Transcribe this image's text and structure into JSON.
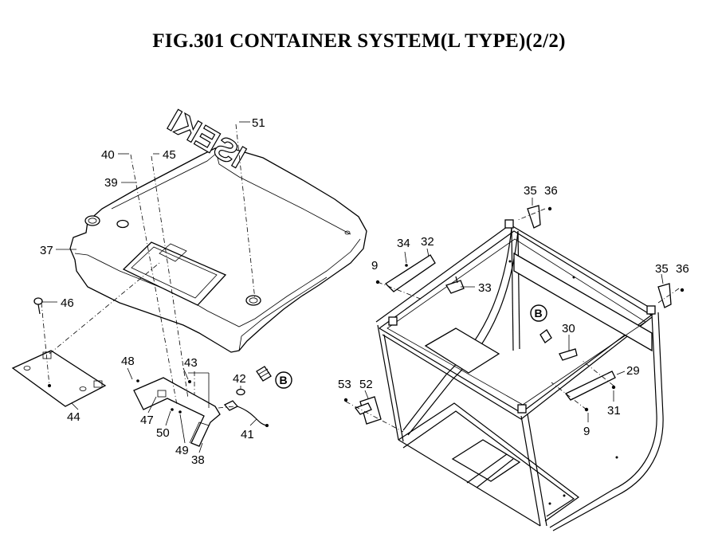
{
  "title": "FIG.301  CONTAINER SYSTEM(L TYPE)(2/2)",
  "logo_text": "ISEKI",
  "marker_B": "B",
  "callouts": {
    "c51": "51",
    "c40": "40",
    "c45": "45",
    "c39": "39",
    "c37": "37",
    "c46": "46",
    "c44": "44",
    "c48": "48",
    "c47": "47",
    "c50": "50",
    "c49": "49",
    "c38": "38",
    "c43": "43",
    "c42": "42",
    "c41": "41",
    "c35a": "35",
    "c36a": "36",
    "c34": "34",
    "c32": "32",
    "c9a": "9",
    "c33": "33",
    "c35b": "35",
    "c36b": "36",
    "c30": "30",
    "c29": "29",
    "c31": "31",
    "c9b": "9",
    "c53": "53",
    "c52": "52"
  }
}
